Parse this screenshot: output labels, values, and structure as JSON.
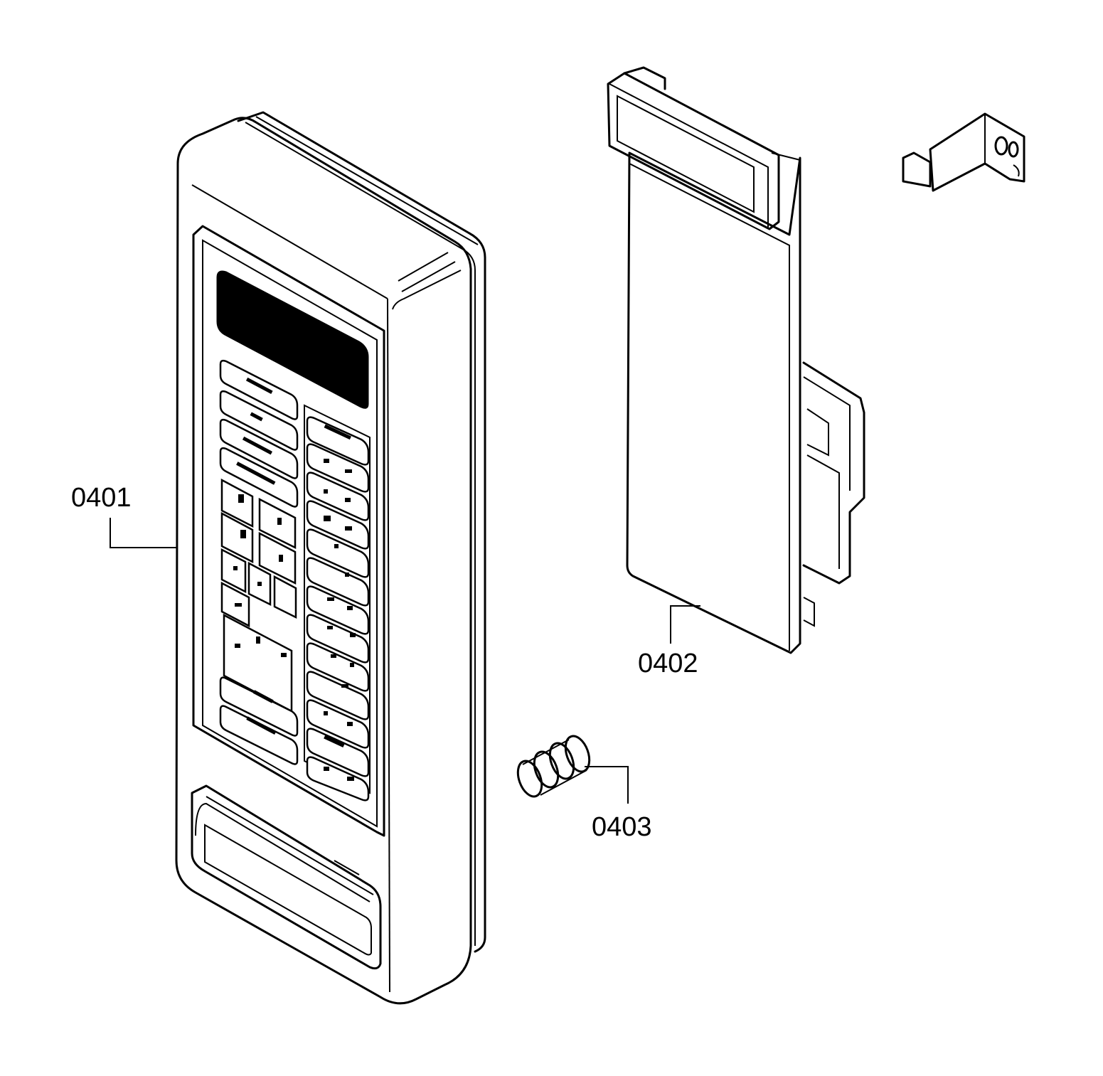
{
  "labels": {
    "part_0401": "0401",
    "part_0402": "0402",
    "part_0403": "0403"
  },
  "colors": {
    "line": "#000000",
    "background": "#ffffff"
  }
}
